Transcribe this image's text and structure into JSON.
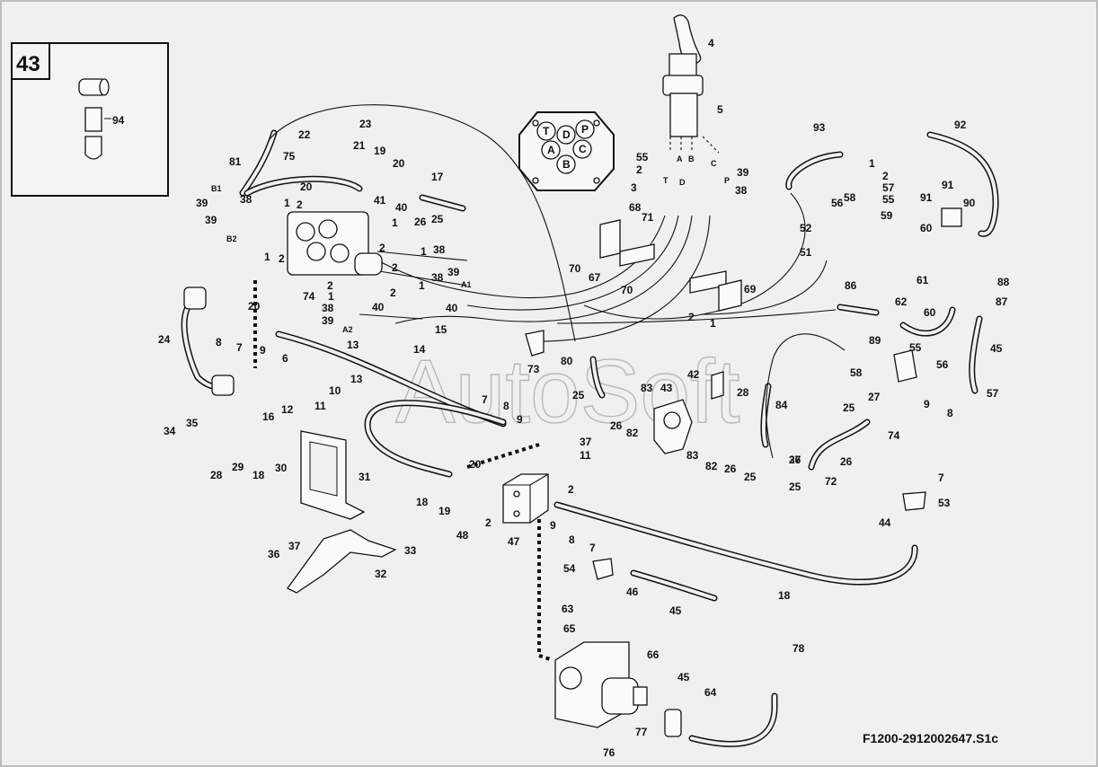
{
  "inset": {
    "number": "43",
    "part": "94"
  },
  "document_id": "F1200-2912002647.S1c",
  "watermark": "AutoSoft",
  "port_cap_letters": [
    "T",
    "D",
    "P",
    "A",
    "C",
    "B"
  ],
  "callouts": [
    {
      "id": "c4",
      "text": "4"
    },
    {
      "id": "c5",
      "text": "5"
    },
    {
      "id": "c93",
      "text": "93"
    },
    {
      "id": "c92",
      "text": "92"
    },
    {
      "id": "c22",
      "text": "22"
    },
    {
      "id": "c23",
      "text": "23"
    },
    {
      "id": "c21",
      "text": "21"
    },
    {
      "id": "c19a",
      "text": "19"
    },
    {
      "id": "c20a",
      "text": "20"
    },
    {
      "id": "c81",
      "text": "81"
    },
    {
      "id": "c75",
      "text": "75"
    },
    {
      "id": "c17",
      "text": "17"
    },
    {
      "id": "c20b",
      "text": "20"
    },
    {
      "id": "c41",
      "text": "41"
    },
    {
      "id": "c39a",
      "text": "39"
    },
    {
      "id": "c38a",
      "text": "38"
    },
    {
      "id": "c1a",
      "text": "1"
    },
    {
      "id": "c2a",
      "text": "2"
    },
    {
      "id": "c39b",
      "text": "39"
    },
    {
      "id": "c40a",
      "text": "40"
    },
    {
      "id": "c26a",
      "text": "26"
    },
    {
      "id": "c25a",
      "text": "25"
    },
    {
      "id": "c1b",
      "text": "1"
    },
    {
      "id": "c2b",
      "text": "2"
    },
    {
      "id": "c38b",
      "text": "38"
    },
    {
      "id": "c1c",
      "text": "1"
    },
    {
      "id": "c2c",
      "text": "2"
    },
    {
      "id": "c39c",
      "text": "39"
    },
    {
      "id": "c1d",
      "text": "1"
    },
    {
      "id": "c2d",
      "text": "2"
    },
    {
      "id": "c38c",
      "text": "38"
    },
    {
      "id": "c1e",
      "text": "1"
    },
    {
      "id": "c2e",
      "text": "2"
    },
    {
      "id": "c40b",
      "text": "40"
    },
    {
      "id": "c20c",
      "text": "20"
    },
    {
      "id": "c74a",
      "text": "74"
    },
    {
      "id": "c2f",
      "text": "2"
    },
    {
      "id": "c1f",
      "text": "1"
    },
    {
      "id": "c38d",
      "text": "38"
    },
    {
      "id": "c39d",
      "text": "39"
    },
    {
      "id": "c40c",
      "text": "40"
    },
    {
      "id": "c15",
      "text": "15"
    },
    {
      "id": "c14",
      "text": "14"
    },
    {
      "id": "c13a",
      "text": "13"
    },
    {
      "id": "c13b",
      "text": "13"
    },
    {
      "id": "c10",
      "text": "10"
    },
    {
      "id": "c11a",
      "text": "11"
    },
    {
      "id": "c12",
      "text": "12"
    },
    {
      "id": "c16",
      "text": "16"
    },
    {
      "id": "c24",
      "text": "24"
    },
    {
      "id": "c8a",
      "text": "8"
    },
    {
      "id": "c7a",
      "text": "7"
    },
    {
      "id": "c9a",
      "text": "9"
    },
    {
      "id": "c6",
      "text": "6"
    },
    {
      "id": "c34",
      "text": "34"
    },
    {
      "id": "c35",
      "text": "35"
    },
    {
      "id": "c28a",
      "text": "28"
    },
    {
      "id": "c29",
      "text": "29"
    },
    {
      "id": "c18a",
      "text": "18"
    },
    {
      "id": "c30",
      "text": "30"
    },
    {
      "id": "c31",
      "text": "31"
    },
    {
      "id": "c36",
      "text": "36"
    },
    {
      "id": "c37a",
      "text": "37"
    },
    {
      "id": "c33",
      "text": "33"
    },
    {
      "id": "c32",
      "text": "32"
    },
    {
      "id": "c7b",
      "text": "7"
    },
    {
      "id": "c8b",
      "text": "8"
    },
    {
      "id": "c9b",
      "text": "9"
    },
    {
      "id": "c37b",
      "text": "37"
    },
    {
      "id": "c11b",
      "text": "11"
    },
    {
      "id": "c20d",
      "text": "20"
    },
    {
      "id": "c18b",
      "text": "18"
    },
    {
      "id": "c19b",
      "text": "19"
    },
    {
      "id": "c2g",
      "text": "2"
    },
    {
      "id": "c48",
      "text": "48"
    },
    {
      "id": "c47",
      "text": "47"
    },
    {
      "id": "c9c",
      "text": "9"
    },
    {
      "id": "c2h",
      "text": "2"
    },
    {
      "id": "c8c",
      "text": "8"
    },
    {
      "id": "c7c",
      "text": "7"
    },
    {
      "id": "c73",
      "text": "73"
    },
    {
      "id": "c80",
      "text": "80"
    },
    {
      "id": "c25b",
      "text": "25"
    },
    {
      "id": "c26b",
      "text": "26"
    },
    {
      "id": "c83a",
      "text": "83"
    },
    {
      "id": "c82a",
      "text": "82"
    },
    {
      "id": "c43",
      "text": "43"
    },
    {
      "id": "c42",
      "text": "42"
    },
    {
      "id": "c28b",
      "text": "28"
    },
    {
      "id": "c84",
      "text": "84"
    },
    {
      "id": "c83b",
      "text": "83"
    },
    {
      "id": "c82b",
      "text": "82"
    },
    {
      "id": "c26c",
      "text": "26"
    },
    {
      "id": "c25c",
      "text": "25"
    },
    {
      "id": "c26d",
      "text": "26"
    },
    {
      "id": "c25d",
      "text": "25"
    },
    {
      "id": "c27",
      "text": "27"
    },
    {
      "id": "c74b",
      "text": "74"
    },
    {
      "id": "c26e",
      "text": "26"
    },
    {
      "id": "c25e",
      "text": "25"
    },
    {
      "id": "c37c",
      "text": "37"
    },
    {
      "id": "c72",
      "text": "72"
    },
    {
      "id": "c68",
      "text": "68"
    },
    {
      "id": "c71",
      "text": "71"
    },
    {
      "id": "c70a",
      "text": "70"
    },
    {
      "id": "c67",
      "text": "67"
    },
    {
      "id": "c70b",
      "text": "70"
    },
    {
      "id": "c69",
      "text": "69"
    },
    {
      "id": "c2i",
      "text": "2"
    },
    {
      "id": "c1g",
      "text": "1"
    },
    {
      "id": "c55a",
      "text": "55"
    },
    {
      "id": "c2j",
      "text": "2"
    },
    {
      "id": "c3",
      "text": "3"
    },
    {
      "id": "c39e",
      "text": "39"
    },
    {
      "id": "c38e",
      "text": "38"
    },
    {
      "id": "c1h",
      "text": "1"
    },
    {
      "id": "c2k",
      "text": "2"
    },
    {
      "id": "c57a",
      "text": "57"
    },
    {
      "id": "c55b",
      "text": "55"
    },
    {
      "id": "c56a",
      "text": "56"
    },
    {
      "id": "c58a",
      "text": "58"
    },
    {
      "id": "c59",
      "text": "59"
    },
    {
      "id": "c52",
      "text": "52"
    },
    {
      "id": "c51",
      "text": "51"
    },
    {
      "id": "c91a",
      "text": "91"
    },
    {
      "id": "c91b",
      "text": "91"
    },
    {
      "id": "c90",
      "text": "90"
    },
    {
      "id": "c60a",
      "text": "60"
    },
    {
      "id": "c61",
      "text": "61"
    },
    {
      "id": "c88",
      "text": "88"
    },
    {
      "id": "c87",
      "text": "87"
    },
    {
      "id": "c86",
      "text": "86"
    },
    {
      "id": "c62",
      "text": "62"
    },
    {
      "id": "c60b",
      "text": "60"
    },
    {
      "id": "c45a",
      "text": "45"
    },
    {
      "id": "c89",
      "text": "89"
    },
    {
      "id": "c55c",
      "text": "55"
    },
    {
      "id": "c58b",
      "text": "58"
    },
    {
      "id": "c56b",
      "text": "56"
    },
    {
      "id": "c57b",
      "text": "57"
    },
    {
      "id": "c9d",
      "text": "9"
    },
    {
      "id": "c8d",
      "text": "8"
    },
    {
      "id": "c7d",
      "text": "7"
    },
    {
      "id": "c53",
      "text": "53"
    },
    {
      "id": "c44",
      "text": "44"
    },
    {
      "id": "c18c",
      "text": "18"
    },
    {
      "id": "c54",
      "text": "54"
    },
    {
      "id": "c46",
      "text": "46"
    },
    {
      "id": "c45b",
      "text": "45"
    },
    {
      "id": "c63",
      "text": "63"
    },
    {
      "id": "c65",
      "text": "65"
    },
    {
      "id": "c66",
      "text": "66"
    },
    {
      "id": "c45c",
      "text": "45"
    },
    {
      "id": "c64",
      "text": "64"
    },
    {
      "id": "c77",
      "text": "77"
    },
    {
      "id": "c76",
      "text": "76"
    },
    {
      "id": "c78",
      "text": "78"
    }
  ],
  "port_labels": [
    {
      "id": "pB1",
      "text": "B1"
    },
    {
      "id": "pB2",
      "text": "B2"
    },
    {
      "id": "pA1",
      "text": "A1"
    },
    {
      "id": "pA2",
      "text": "A2"
    },
    {
      "id": "pT",
      "text": "T"
    },
    {
      "id": "pA",
      "text": "A"
    },
    {
      "id": "pB",
      "text": "B"
    },
    {
      "id": "pC",
      "text": "C"
    },
    {
      "id": "pD",
      "text": "D"
    },
    {
      "id": "pP",
      "text": "P"
    }
  ]
}
